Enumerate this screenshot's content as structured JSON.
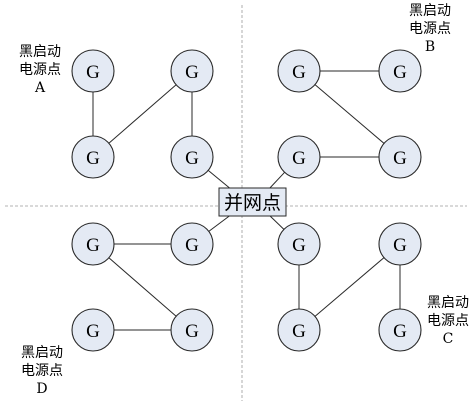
{
  "node_label": "G",
  "center_label": "并网点",
  "groups": {
    "A": {
      "line1": "黑启动",
      "line2": "电源点",
      "letter": "A"
    },
    "B": {
      "line1": "黑启动",
      "line2": "电源点",
      "letter": "B"
    },
    "C": {
      "line1": "黑启动",
      "line2": "电源点",
      "letter": "C"
    },
    "D": {
      "line1": "黑启动",
      "line2": "电源点",
      "letter": "D"
    }
  },
  "colors": {
    "node_fill": "#e4eaf4",
    "stroke": "#2a2a2a"
  }
}
